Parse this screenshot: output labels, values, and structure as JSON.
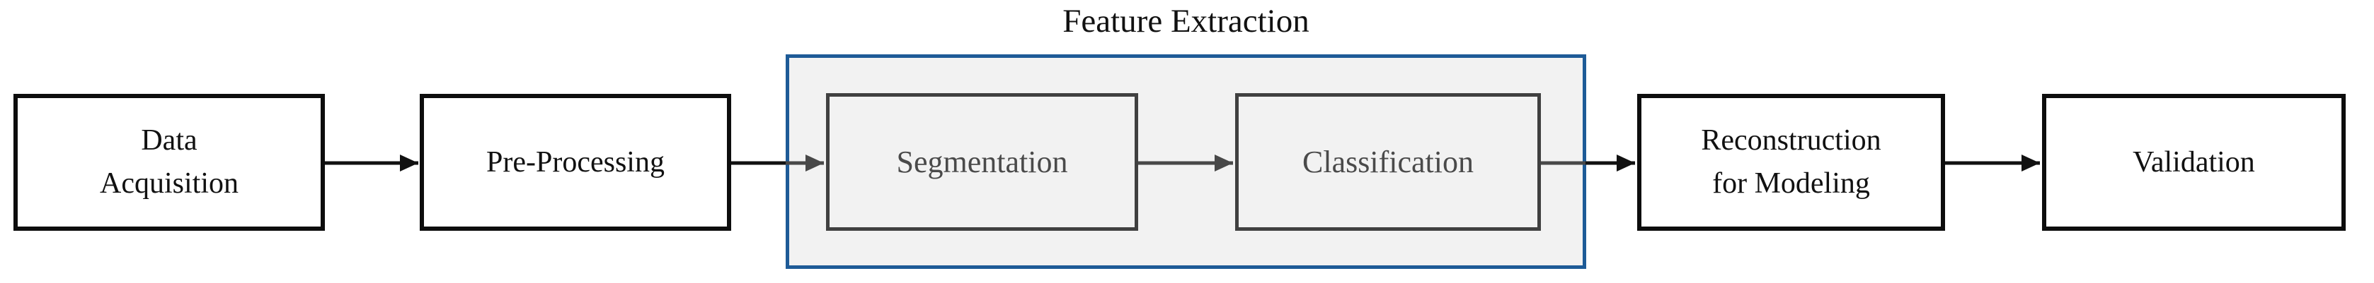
{
  "diagram": {
    "group": {
      "title": "Feature Extraction",
      "children": [
        "segmentation",
        "classification"
      ]
    },
    "nodes": {
      "data_acquisition": {
        "label": "Data\nAcquisition"
      },
      "pre_processing": {
        "label": "Pre-Processing"
      },
      "segmentation": {
        "label": "Segmentation"
      },
      "classification": {
        "label": "Classification"
      },
      "reconstruction_for_modeling": {
        "label": "Reconstruction\nfor Modeling"
      },
      "validation": {
        "label": "Validation"
      }
    },
    "edges": [
      {
        "from": "data_acquisition",
        "to": "pre_processing"
      },
      {
        "from": "pre_processing",
        "to": "segmentation"
      },
      {
        "from": "segmentation",
        "to": "classification"
      },
      {
        "from": "classification",
        "to": "reconstruction_for_modeling"
      },
      {
        "from": "reconstruction_for_modeling",
        "to": "validation"
      }
    ]
  },
  "colors": {
    "container_border": "#1e5b97",
    "container_fill": "#f2f2f2",
    "inner_box_border": "#404040",
    "inner_box_text": "#4a4a4a",
    "outer_box_border": "#0d0d0d",
    "outer_box_text": "#111111",
    "arrow_black": "#111111",
    "arrow_gray": "#484848"
  }
}
